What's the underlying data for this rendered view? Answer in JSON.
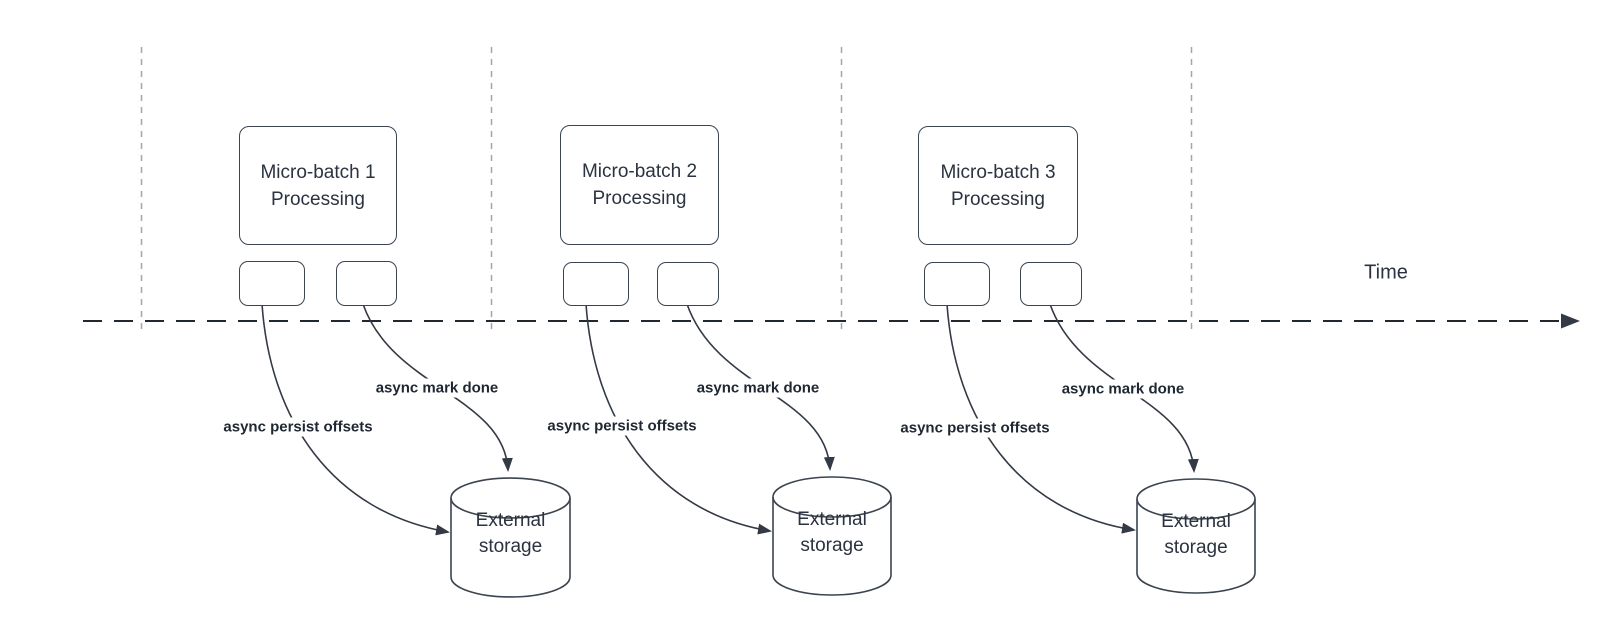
{
  "colors": {
    "line_dark": "#333a45",
    "guide_gray": "#a3a6ab",
    "text_dark": "#2b3340",
    "background": "#ffffff"
  },
  "time_axis": {
    "label": "Time"
  },
  "groups": [
    {
      "title": "Micro-batch 1\nProcessing",
      "persist_label": "async persist offsets",
      "done_label": "async mark done",
      "storage_label": "External\nstorage"
    },
    {
      "title": "Micro-batch 2\nProcessing",
      "persist_label": "async persist offsets",
      "done_label": "async mark done",
      "storage_label": "External\nstorage"
    },
    {
      "title": "Micro-batch 3\nProcessing",
      "persist_label": "async persist offsets",
      "done_label": "async mark done",
      "storage_label": "External\nstorage"
    }
  ]
}
